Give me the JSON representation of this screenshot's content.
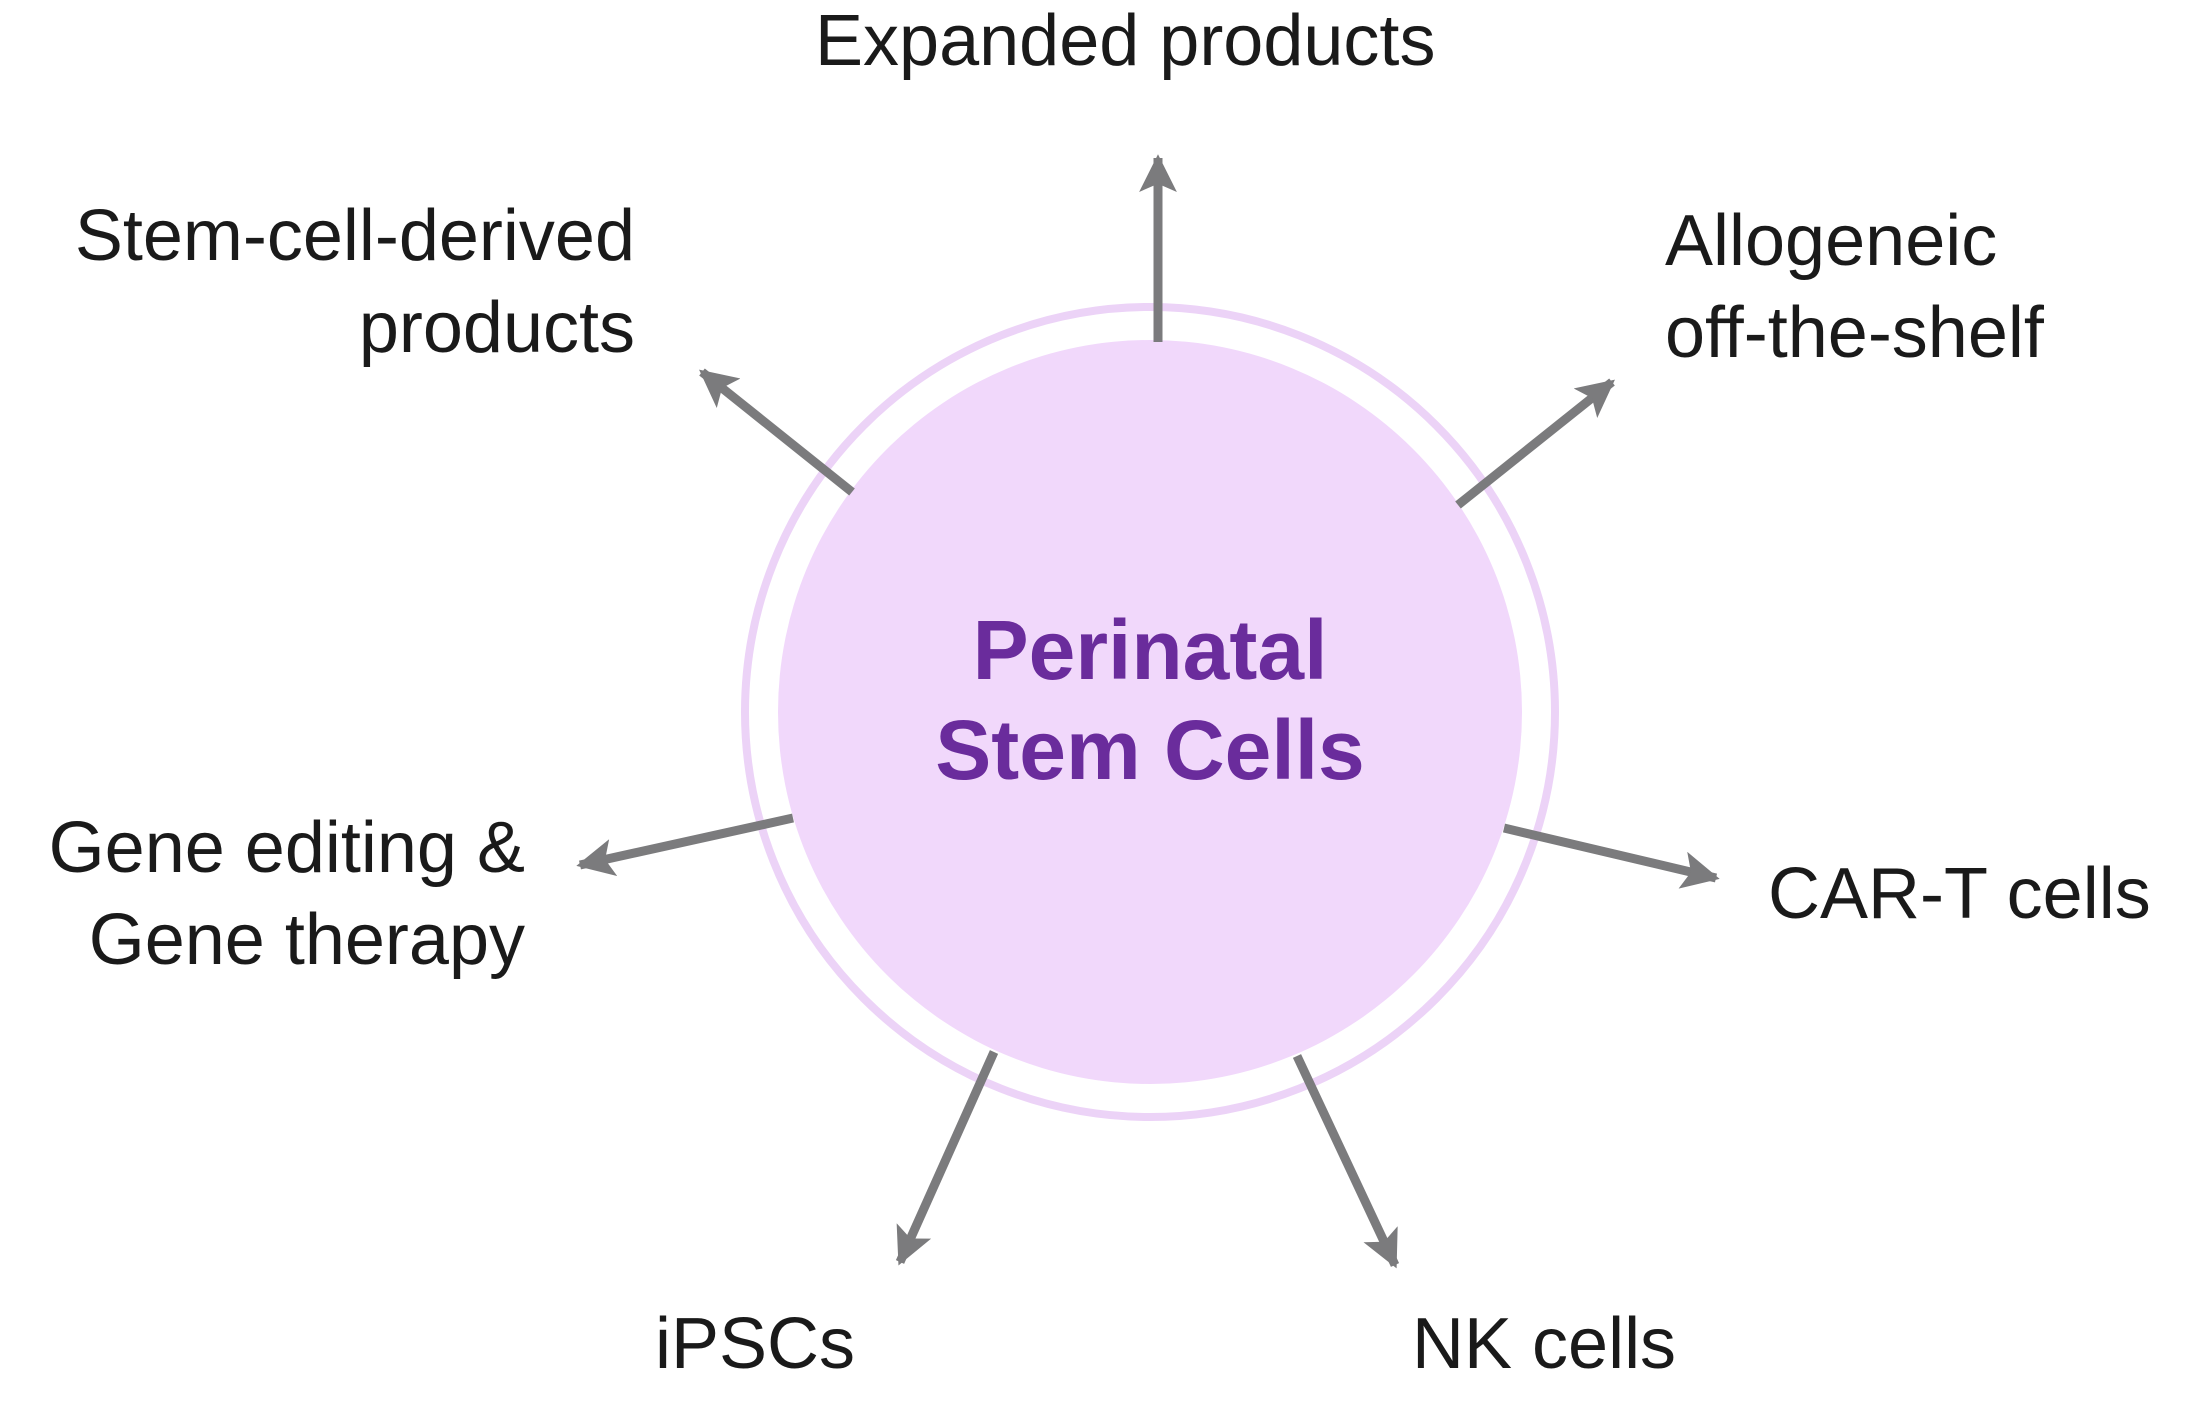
{
  "center": {
    "line1": "Perinatal",
    "line2": "Stem Cells",
    "text_color": "#6a2c9c",
    "fill_color": "#f1d8fb",
    "ring_color": "#ecd3f7"
  },
  "arrow_color": "#7b7b7d",
  "branches": {
    "expanded": {
      "line1": "Expanded products"
    },
    "stem_cell_derived": {
      "line1": "Stem-cell-derived",
      "line2": "products"
    },
    "allogeneic": {
      "line1": "Allogeneic",
      "line2": "off-the-shelf"
    },
    "gene_editing": {
      "line1": "Gene editing &",
      "line2": "Gene therapy"
    },
    "car_t": {
      "line1": "CAR-T cells"
    },
    "ipscs": {
      "line1": "iPSCs"
    },
    "nk_cells": {
      "line1": "NK cells"
    }
  }
}
